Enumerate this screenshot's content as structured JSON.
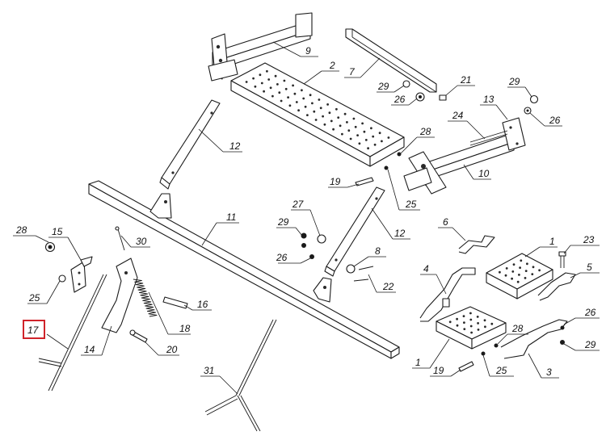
{
  "highlight_color": "#d0232a",
  "highlighted_label": "17",
  "callouts": {
    "c1a": "1",
    "c1b": "1",
    "c2": "2",
    "c3": "3",
    "c4": "4",
    "c5": "5",
    "c6": "6",
    "c7": "7",
    "c8": "8",
    "c9": "9",
    "c10": "10",
    "c11": "11",
    "c12a": "12",
    "c12b": "12",
    "c13": "13",
    "c14": "14",
    "c15": "15",
    "c16": "16",
    "c17": "17",
    "c18": "18",
    "c19a": "19",
    "c19b": "19",
    "c20": "20",
    "c21": "21",
    "c22": "22",
    "c23": "23",
    "c24": "24",
    "c25a": "25",
    "c25b": "25",
    "c25c": "25",
    "c26a": "26",
    "c26b": "26",
    "c26c": "26",
    "c26d": "26",
    "c27": "27",
    "c28a": "28",
    "c28b": "28",
    "c28c": "28",
    "c29a": "29",
    "c29b": "29",
    "c29c": "29",
    "c29d": "29",
    "c30": "30",
    "c31": "31"
  }
}
